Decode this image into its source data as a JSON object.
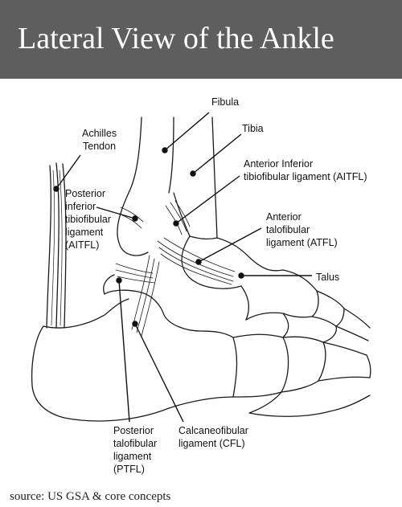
{
  "title": "Lateral View of the Ankle",
  "labels": {
    "fibula": "Fibula",
    "tibia": "Tibia",
    "achilles": {
      "line1": "Achilles",
      "line2": "Tendon"
    },
    "aitfl_anterior": {
      "line1": "Anterior Inferior",
      "line2": "tibiofibular ligament (AITFL)"
    },
    "posterior_aitfl": {
      "line1": "Posterior",
      "line2": "inferior",
      "line3": "tibiofibular",
      "line4": "ligament",
      "line5": "(AITFL)"
    },
    "atfl": {
      "line1": "Anterior",
      "line2": "talofibular",
      "line3": "ligament (ATFL)"
    },
    "talus": "Talus",
    "ptfl": {
      "line1": "Posterior",
      "line2": "talofibular",
      "line3": "ligament",
      "line4": "(PTFL)"
    },
    "cfl": {
      "line1": "Calcaneofibular",
      "line2": "ligament (CFL)"
    }
  },
  "source": "source: US GSA  & core concepts",
  "colors": {
    "header_bg": "#5e5e5e",
    "header_text": "#ffffff",
    "ink": "#111111"
  }
}
